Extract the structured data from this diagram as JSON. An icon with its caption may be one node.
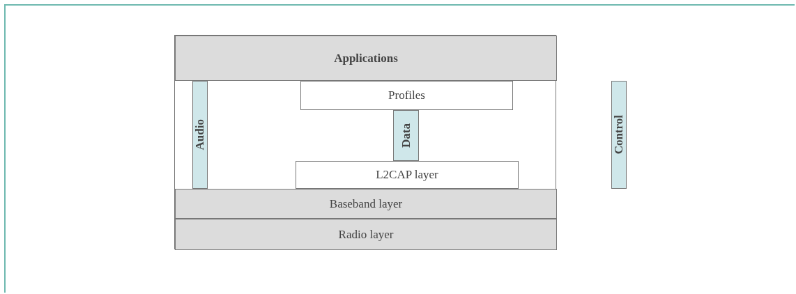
{
  "diagram": {
    "nodes": [
      {
        "text": [
          "Applications"
        ]
      },
      {
        "text": [
          "Audio"
        ]
      },
      {
        "text": [
          "Profiles"
        ]
      },
      {
        "text": [
          "Control"
        ]
      },
      {
        "text": [
          "Data"
        ]
      },
      {
        "text": [
          "L2CAP layer"
        ]
      },
      {
        "text": [
          "Baseband layer"
        ]
      },
      {
        "text": [
          "Radio layer"
        ]
      }
    ],
    "edges": []
  }
}
